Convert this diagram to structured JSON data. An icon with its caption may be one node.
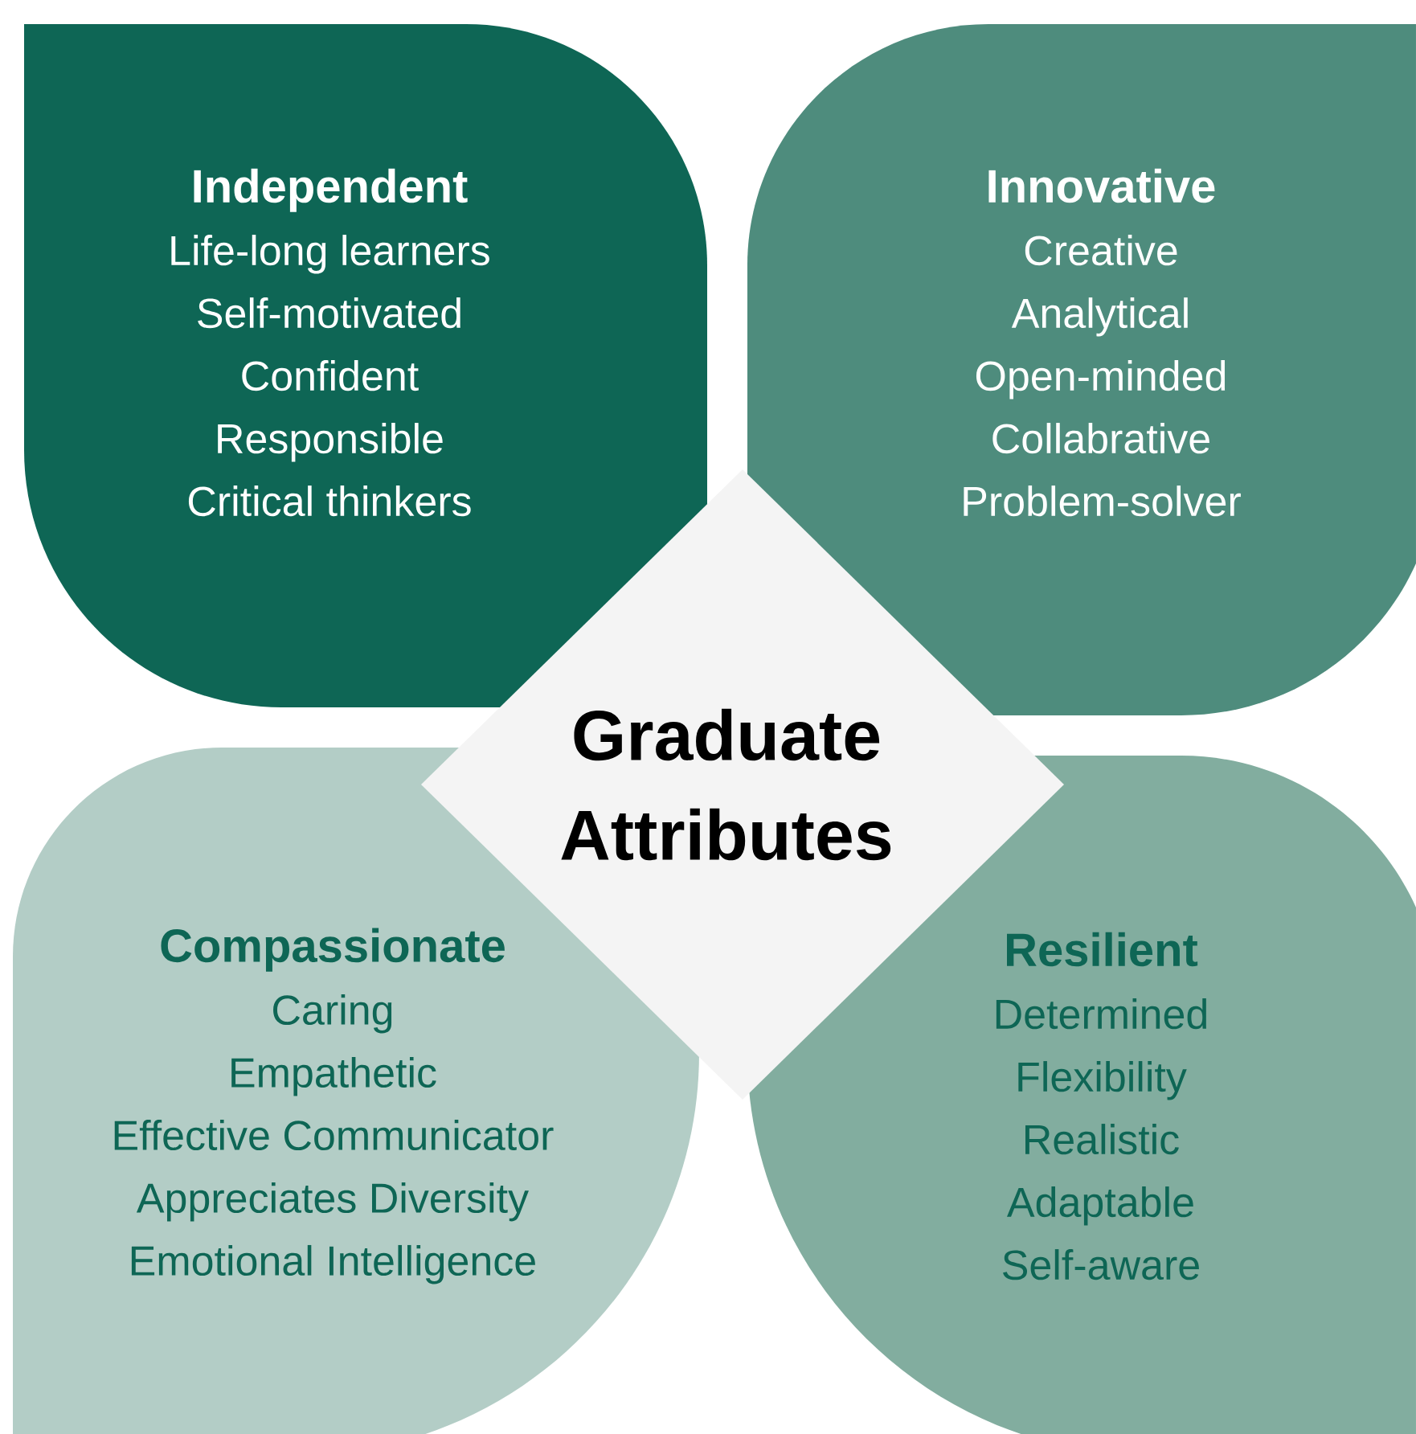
{
  "diagram": {
    "nodes": [
      {
        "text": [
          "Independent",
          "Life-long learners",
          "Self-motivated",
          "Confident",
          "Responsible",
          "Critical thinkers"
        ]
      },
      {
        "text": [
          "Innovative",
          "Creative",
          "Analytical",
          "Open-minded",
          "Collabrative",
          "Problem-solver"
        ]
      },
      {
        "text": [
          "Graduate Attributes"
        ]
      },
      {
        "text": [
          "Compassionate",
          "Caring",
          "Empathetic",
          "Effective Communicator",
          "Appreciates Diversity",
          "Emotional Intelligence"
        ]
      },
      {
        "text": [
          "Resilient",
          "Determined",
          "Flexibility",
          "Realistic",
          "Adaptable",
          "Self-aware"
        ]
      }
    ]
  }
}
